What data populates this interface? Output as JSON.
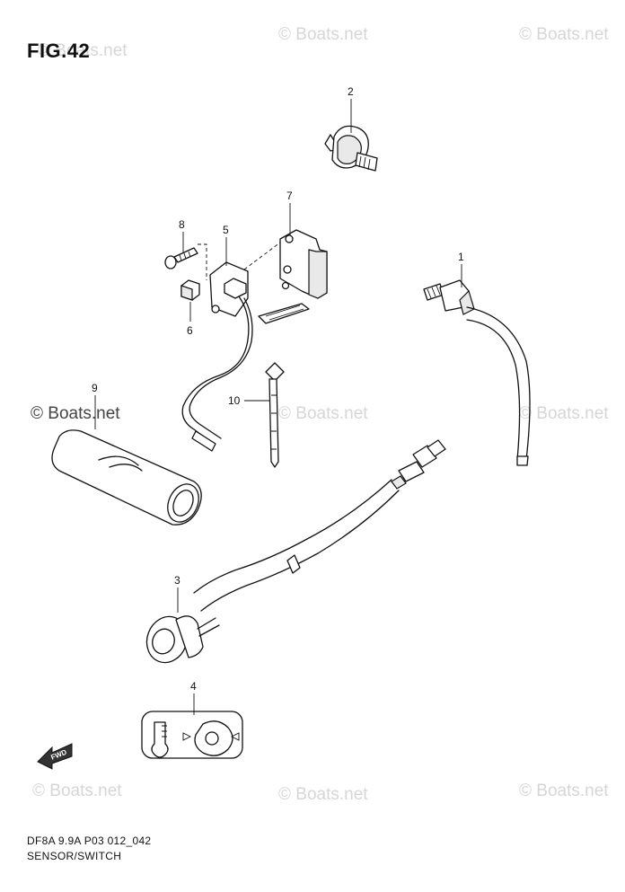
{
  "figure": {
    "title": "FIG.42",
    "footer_code": "DF8A 9.9A P03 012_042",
    "footer_name": "SENSOR/SWITCH"
  },
  "watermark": {
    "text": "© Boats.net",
    "overlay_text": "© Boats.net"
  },
  "fwd_marker": {
    "text": "FWD"
  },
  "callouts": {
    "c1": "1",
    "c2": "2",
    "c3": "3",
    "c4": "4",
    "c5": "5",
    "c6": "6",
    "c7": "7",
    "c8": "8",
    "c9": "9",
    "c10": "10"
  },
  "parts": [
    {
      "ref": "1",
      "icon": "temperature-sensor-icon"
    },
    {
      "ref": "2",
      "icon": "oil-pressure-switch-icon"
    },
    {
      "ref": "3",
      "icon": "indicator-lamp-harness-icon"
    },
    {
      "ref": "4",
      "icon": "warning-label-icon"
    },
    {
      "ref": "5",
      "icon": "neutral-switch-icon"
    },
    {
      "ref": "6",
      "icon": "nut-icon"
    },
    {
      "ref": "7",
      "icon": "bracket-icon"
    },
    {
      "ref": "8",
      "icon": "screw-icon"
    },
    {
      "ref": "9",
      "icon": "protector-tube-icon"
    },
    {
      "ref": "10",
      "icon": "cable-tie-icon"
    }
  ]
}
